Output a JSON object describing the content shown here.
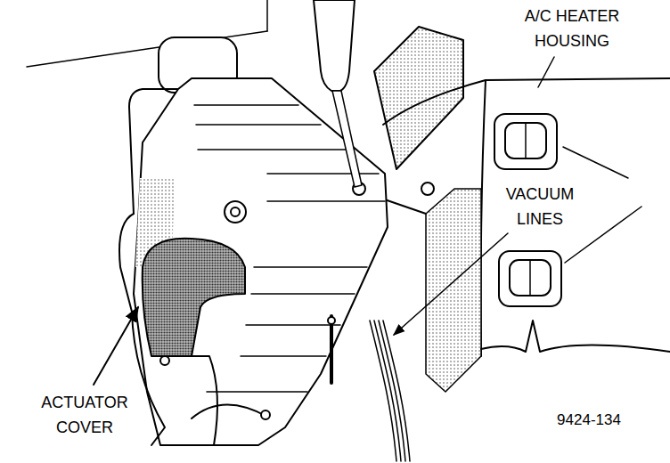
{
  "diagram": {
    "labels": [
      "A/C HEATER HOUSING",
      "VACUUM LINES",
      "ACTUATOR COVER",
      "9424-134"
    ]
  }
}
